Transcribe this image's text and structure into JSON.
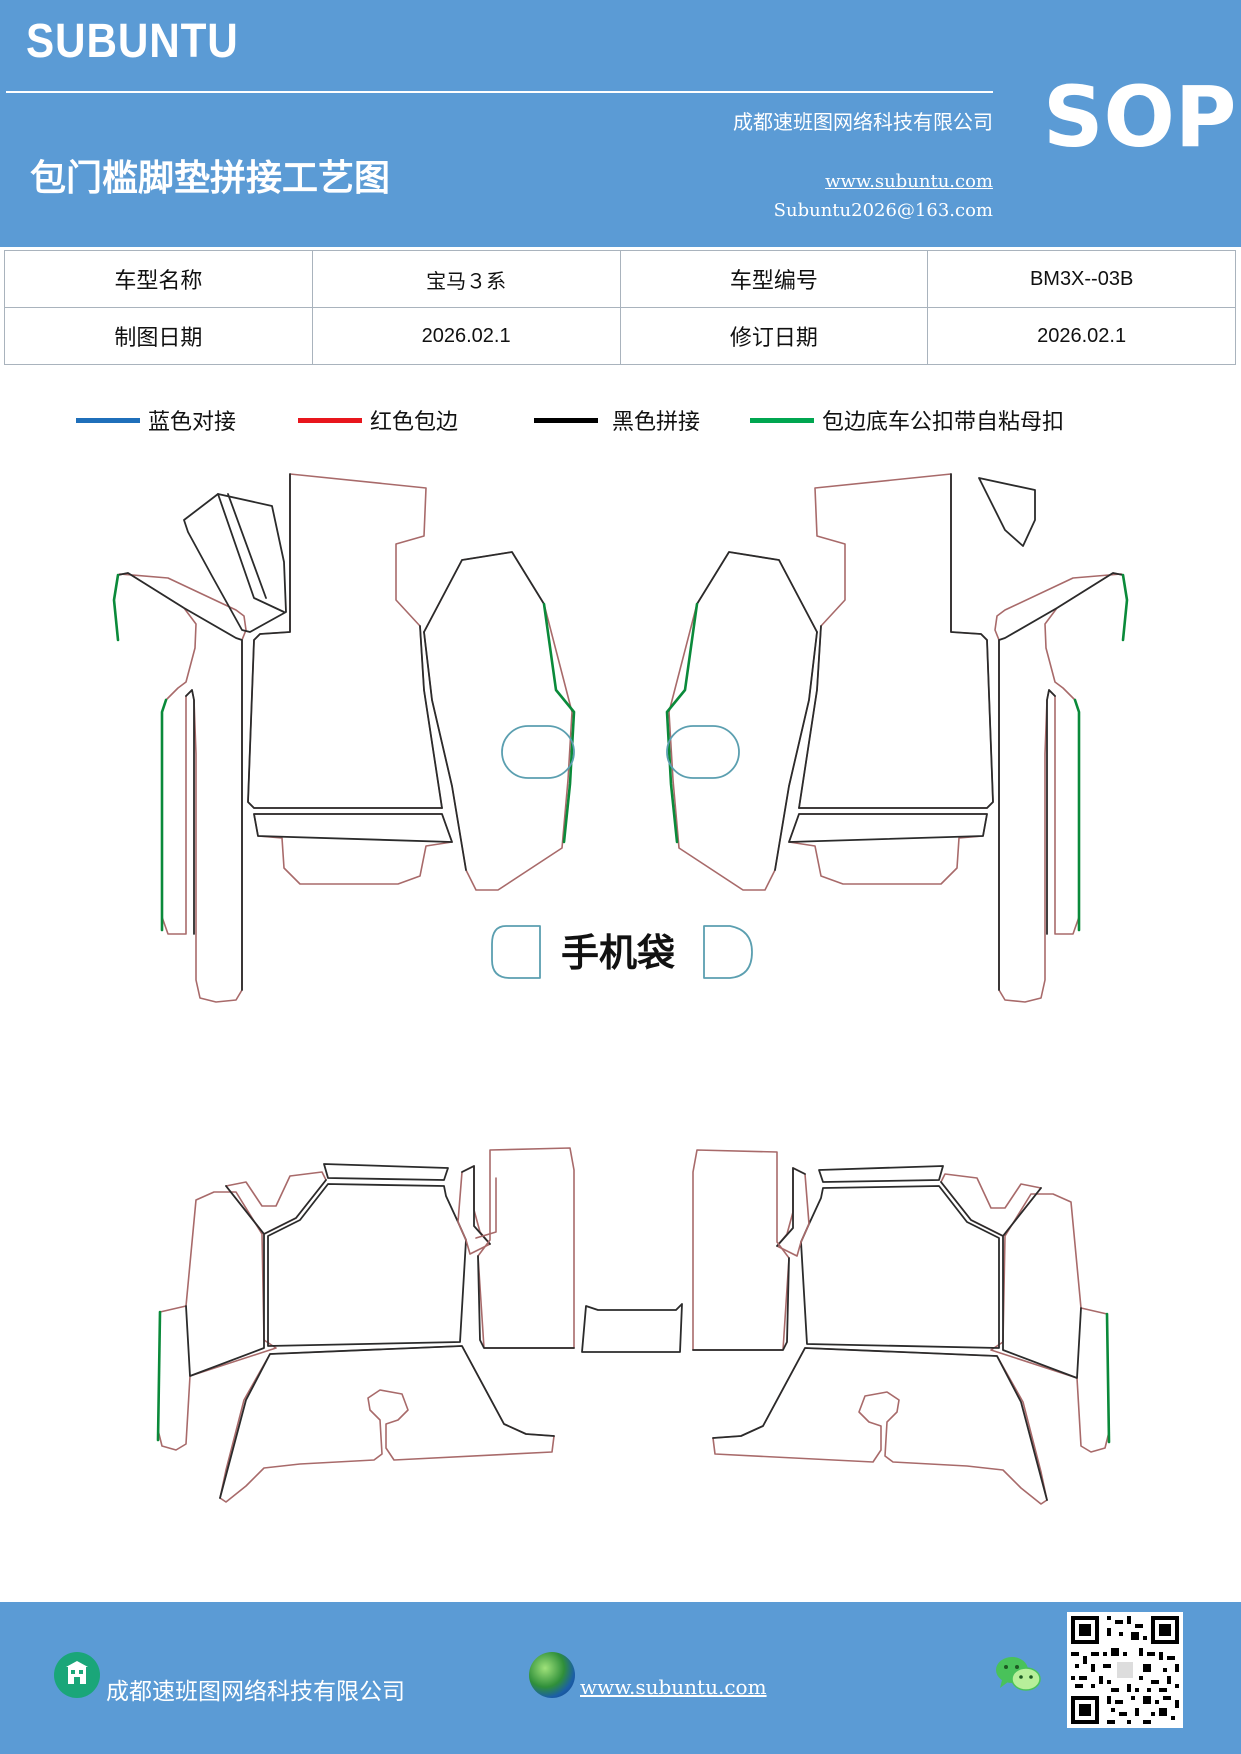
{
  "header": {
    "logo": "SUBUNTU",
    "sop": "SOP",
    "company": "成都速班图网络科技有限公司",
    "title": "包门槛脚垫拼接工艺图",
    "website": "www.subuntu.com",
    "email": "Subuntu2026@163.com"
  },
  "info": {
    "model_name_label": "车型名称",
    "model_name_value": "宝马３系",
    "model_code_label": "车型编号",
    "model_code_value": "BM3X--03B",
    "draw_date_label": "制图日期",
    "draw_date_value": "2026.02.1",
    "revise_date_label": "修订日期",
    "revise_date_value": "2026.02.1"
  },
  "legend": [
    {
      "label": "蓝色对接",
      "color": "#1f6fba"
    },
    {
      "label": "红色包边",
      "color": "#e8161d"
    },
    {
      "label": "黑色拼接",
      "color": "#000000"
    },
    {
      "label": "包边底车公扣带自粘母扣",
      "color": "#00a650"
    }
  ],
  "drawing": {
    "phone_pocket_label": "手机袋",
    "outline_color": "#a86a6a",
    "seam_color": "#2b2b2b",
    "blue_color": "#5b9fb0",
    "green_color": "#0a8a3a"
  },
  "footer": {
    "company": "成都速班图网络科技有限公司",
    "website": "www.subuntu.com "
  }
}
